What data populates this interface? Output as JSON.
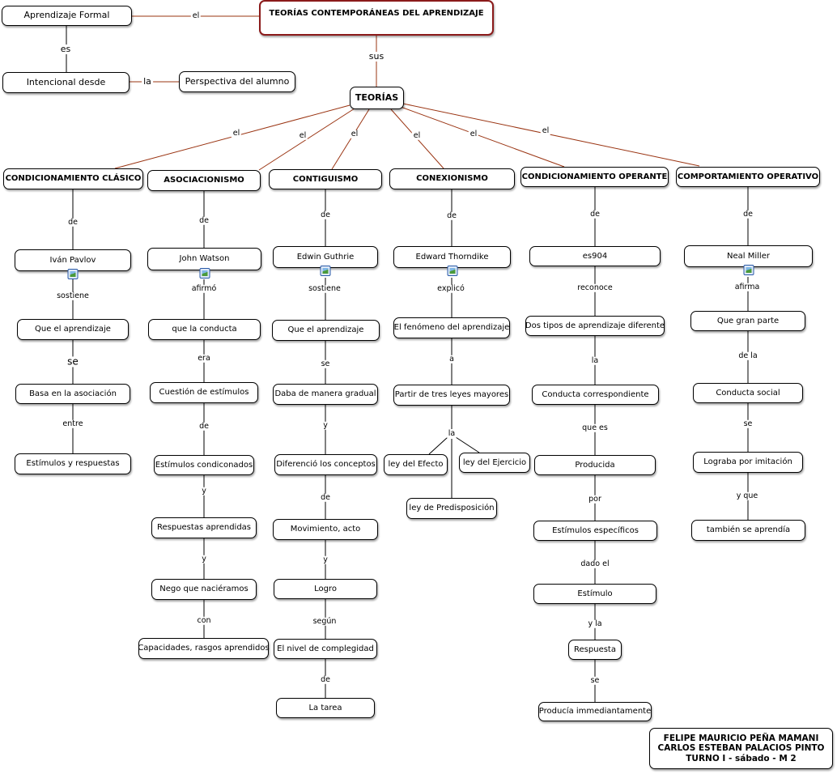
{
  "main_title": "TEORÍAS CONTEMPORÁNEAS DEL APRENDIZAJE",
  "top": {
    "formal": "Aprendizaje Formal",
    "intencional": "Intencional desde",
    "perspectiva": "Perspectiva del alumno",
    "teorias": "TEORÍAS",
    "l_el": "el",
    "l_es": "es",
    "l_la": "la",
    "l_sus": "sus",
    "l_el1": "el",
    "l_el2": "el",
    "l_el3": "el",
    "l_el4": "el",
    "l_el5": "el",
    "l_el6": "el"
  },
  "c1": {
    "title": "CONDICIONAMIENTO CLÁSICO",
    "l_de": "de",
    "author": "Iván Pavlov",
    "l1": "sostiene",
    "n1": "Que el aprendizaje",
    "l2": "se",
    "n2": "Basa en la asociación",
    "l3": "entre",
    "n3": "Estímulos y respuestas"
  },
  "c2": {
    "title": "ASOCIACIONISMO",
    "l_de": "de",
    "author": "John Watson",
    "l1": "afirmó",
    "n1": "que la conducta",
    "l2": "era",
    "n2": "Cuestión de estímulos",
    "l3": "de",
    "n3": "Estímulos condiconados",
    "l4": "y",
    "n4": "Respuestas aprendidas",
    "l5": "y",
    "n5": "Nego que naciéramos",
    "l6": "con",
    "n6": "Capacidades, rasgos aprendidos"
  },
  "c3": {
    "title": "CONTIGUISMO",
    "l_de": "de",
    "author": "Edwin Guthrie",
    "l1": "sostiene",
    "n1": "Que el aprendizaje",
    "l2": "se",
    "n2": "Daba de manera gradual",
    "l3": "y",
    "n3": "Diferenció los conceptos",
    "l4": "de",
    "n4": "Movimiento, acto",
    "l5": "y",
    "n5": "Logro",
    "l6": "según",
    "n6": "El nivel de complegidad",
    "l7": "de",
    "n7": "La tarea"
  },
  "c4": {
    "title": "CONEXIONISMO",
    "l_de": "de",
    "author": "Edward Thorndike",
    "l1": "explicó",
    "n1": "El fenómeno del aprendizaje",
    "l2": "a",
    "n2": "Partir de tres leyes mayores",
    "l3": "la",
    "leyA": "ley del Efecto",
    "leyB": "ley del Ejercicio",
    "leyC": "ley de Predisposición"
  },
  "c5": {
    "title": "CONDICIONAMIENTO OPERANTE",
    "l_de": "de",
    "author": "es904",
    "l1": "reconoce",
    "n1": "Dos tipos de aprendizaje diferente",
    "l2": "la",
    "n2": "Conducta correspondiente",
    "l3": "que es",
    "n3": "Producida",
    "l4": "por",
    "n4": "Estímulos específicos",
    "l5": "dado el",
    "n5": "Estímulo",
    "l6": "y la",
    "n6": "Respuesta",
    "l7": "se",
    "n7": "Producía immediantamente"
  },
  "c6": {
    "title": "COMPORTAMIENTO OPERATIVO",
    "l_de": "de",
    "author": "Neal Miller",
    "l1": "afirma",
    "n1": "Que gran parte",
    "l2": "de la",
    "n2": "Conducta social",
    "l3": "se",
    "n3": "Lograba por imitación",
    "l4": "y que",
    "n4": "también se aprendía"
  },
  "authors": {
    "line1": "FELIPE MAURICIO PEÑA MAMANI",
    "line2": "CARLOS ESTEBAN PALACIOS PINTO",
    "line3": "TURNO I - sábado - M 2"
  },
  "colors": {
    "connector": "#000000",
    "theory_connector": "#9a3412",
    "main_border": "#8b1a1a",
    "icon_border": "#2a5aa8"
  },
  "icons": [
    "image-icon"
  ]
}
